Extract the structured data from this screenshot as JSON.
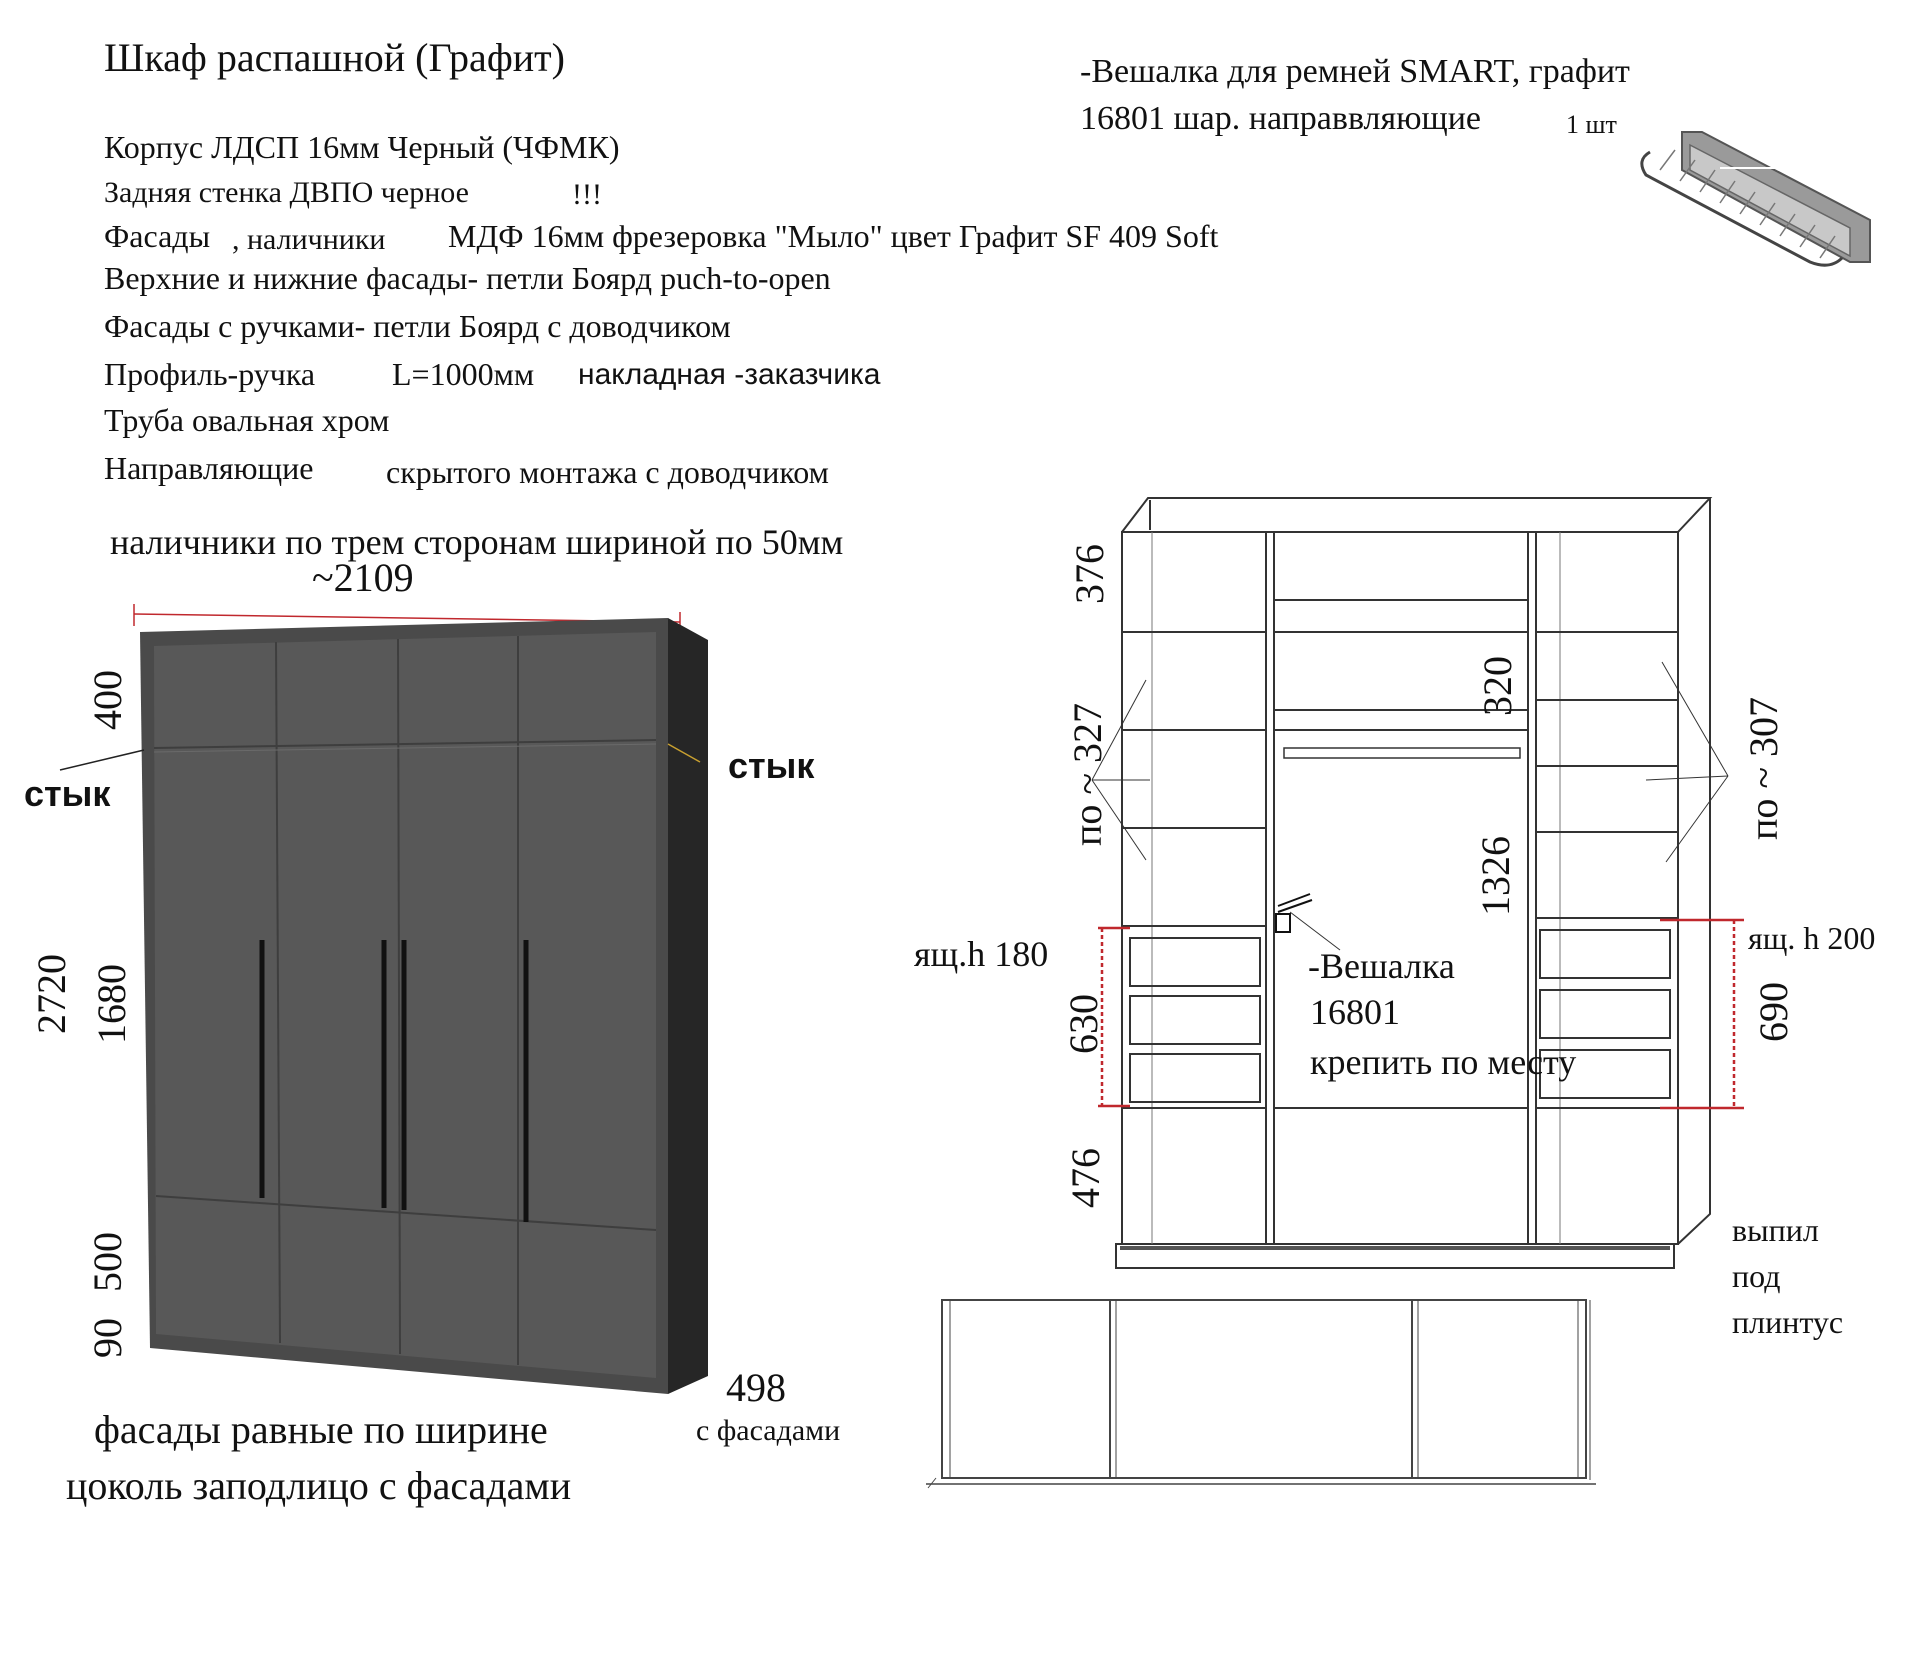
{
  "title": "Шкаф распашной (Графит)",
  "specs": [
    "Корпус ЛДСП 16мм Черный (ЧФМК)",
    "Задняя стенка ДВПО черное",
    "!!!",
    "Фасады",
    ", наличники",
    "МДФ 16мм фрезеровка \"Мыло\" цвет Графит SF 409 Soft",
    "Верхние и нижние фасады- петли Боярд puch-to-open",
    "Фасады с ручками- петли Боярд с доводчиком",
    "Профиль-ручка",
    "L=1000мм",
    "накладная -заказчика",
    "Труба овальная хром",
    "Направляющие",
    "скрытого монтажа с доводчиком"
  ],
  "casing_note": "наличники по трем сторонам шириной по 50мм",
  "accessory": {
    "line1": "-Вешалка для ремней  SMART, графит",
    "line2": "16801 шар. направвляющие",
    "qty": "1 шт"
  },
  "front_view": {
    "width": "~2109",
    "dim_400": "400",
    "dim_2720": "2720",
    "dim_1680": "1680",
    "dim_500": "500",
    "dim_90": "90",
    "joint_left": "стык",
    "joint_right": "стык",
    "depth": "498",
    "depth_note": "с фасадами",
    "note1": "фасады равные по ширине",
    "note2": "цоколь заподлицо с фасадами"
  },
  "inside_view": {
    "dim_376": "376",
    "dim_327": "по ~ 327",
    "dim_320": "320",
    "dim_307": "по ~ 307",
    "dim_1326": "1326",
    "drawer_left": "ящ.h 180",
    "drawer_right": "ящ. h 200",
    "dim_630": "630",
    "dim_690": "690",
    "dim_476": "476",
    "hanger_line1": "-Вешалка",
    "hanger_line2": "16801",
    "hanger_line3": "крепить по месту",
    "plinth_line1": "выпил",
    "plinth_line2": "под",
    "plinth_line3": "плинтус"
  },
  "colors": {
    "facade": "#545454",
    "body_side": "#2a2a2a",
    "dimension_red": "#c0282d"
  }
}
